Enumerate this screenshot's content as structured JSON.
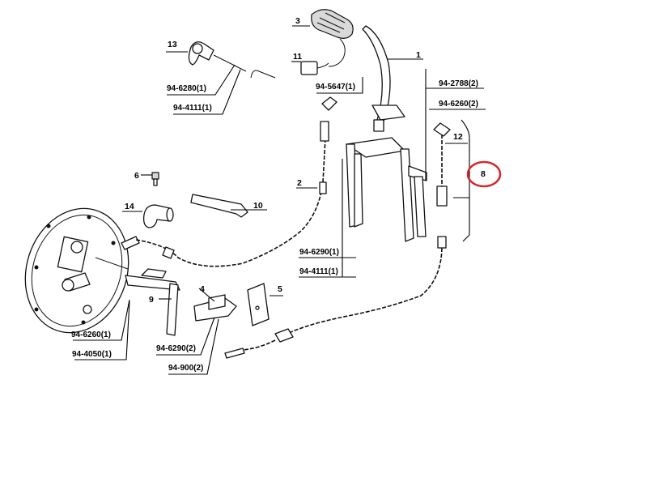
{
  "callouts": {
    "c1": "1",
    "c2": "2",
    "c3": "3",
    "c4": "4",
    "c5": "5",
    "c6": "6",
    "c8": "8",
    "c9": "9",
    "c10": "10",
    "c11": "11",
    "c12": "12",
    "c13": "13",
    "c14": "14"
  },
  "codes": {
    "p94_6280_1": "94-6280(1)",
    "p94_4111_1_top": "94-4111(1)",
    "p94_5647_1": "94-5647(1)",
    "p94_2788_2": "94-2788(2)",
    "p94_6260_2": "94-6260(2)",
    "p94_6290_1": "94-6290(1)",
    "p94_4111_1_mid": "94-4111(1)",
    "p94_6260_1": "94-6260(1)",
    "p94_4050_1": "94-4050(1)",
    "p94_6290_2": "94-6290(2)",
    "p94_900_2": "94-900(2)"
  },
  "highlight_color": "#d42a2a"
}
